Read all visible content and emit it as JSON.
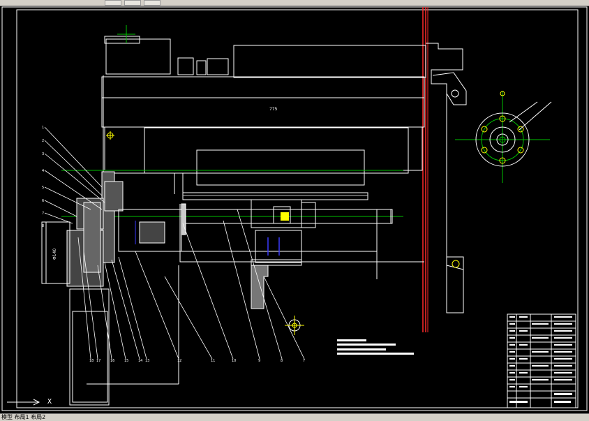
{
  "app": {
    "toolbar_buttons": [
      "",
      "",
      ""
    ]
  },
  "drawing": {
    "dimension_main": "775",
    "colors": {
      "background": "#000000",
      "outline": "#ffffff",
      "centerline": "#00c000",
      "section_line": "#ff2a2a",
      "hatch": "#c0c0c0",
      "highlight": "#ffff00",
      "blue_line": "#3a3aff"
    },
    "left_dim_label": "Φ140",
    "callout_numbers_left": [
      "1",
      "2",
      "3",
      "4",
      "5",
      "6",
      "7",
      "8"
    ],
    "callout_numbers_bottom": [
      "18",
      "17",
      "16",
      "15",
      "14",
      "13",
      "12",
      "11",
      "10",
      "9",
      "8",
      "7"
    ],
    "title_block": {
      "drawing_title": "",
      "rows": [
        "",
        "",
        "",
        "",
        "",
        "",
        "",
        "",
        "",
        "",
        ""
      ]
    }
  },
  "ucs": {
    "x_label": "X"
  },
  "status": {
    "layout_tabs": "模型  布局1  布局2"
  }
}
